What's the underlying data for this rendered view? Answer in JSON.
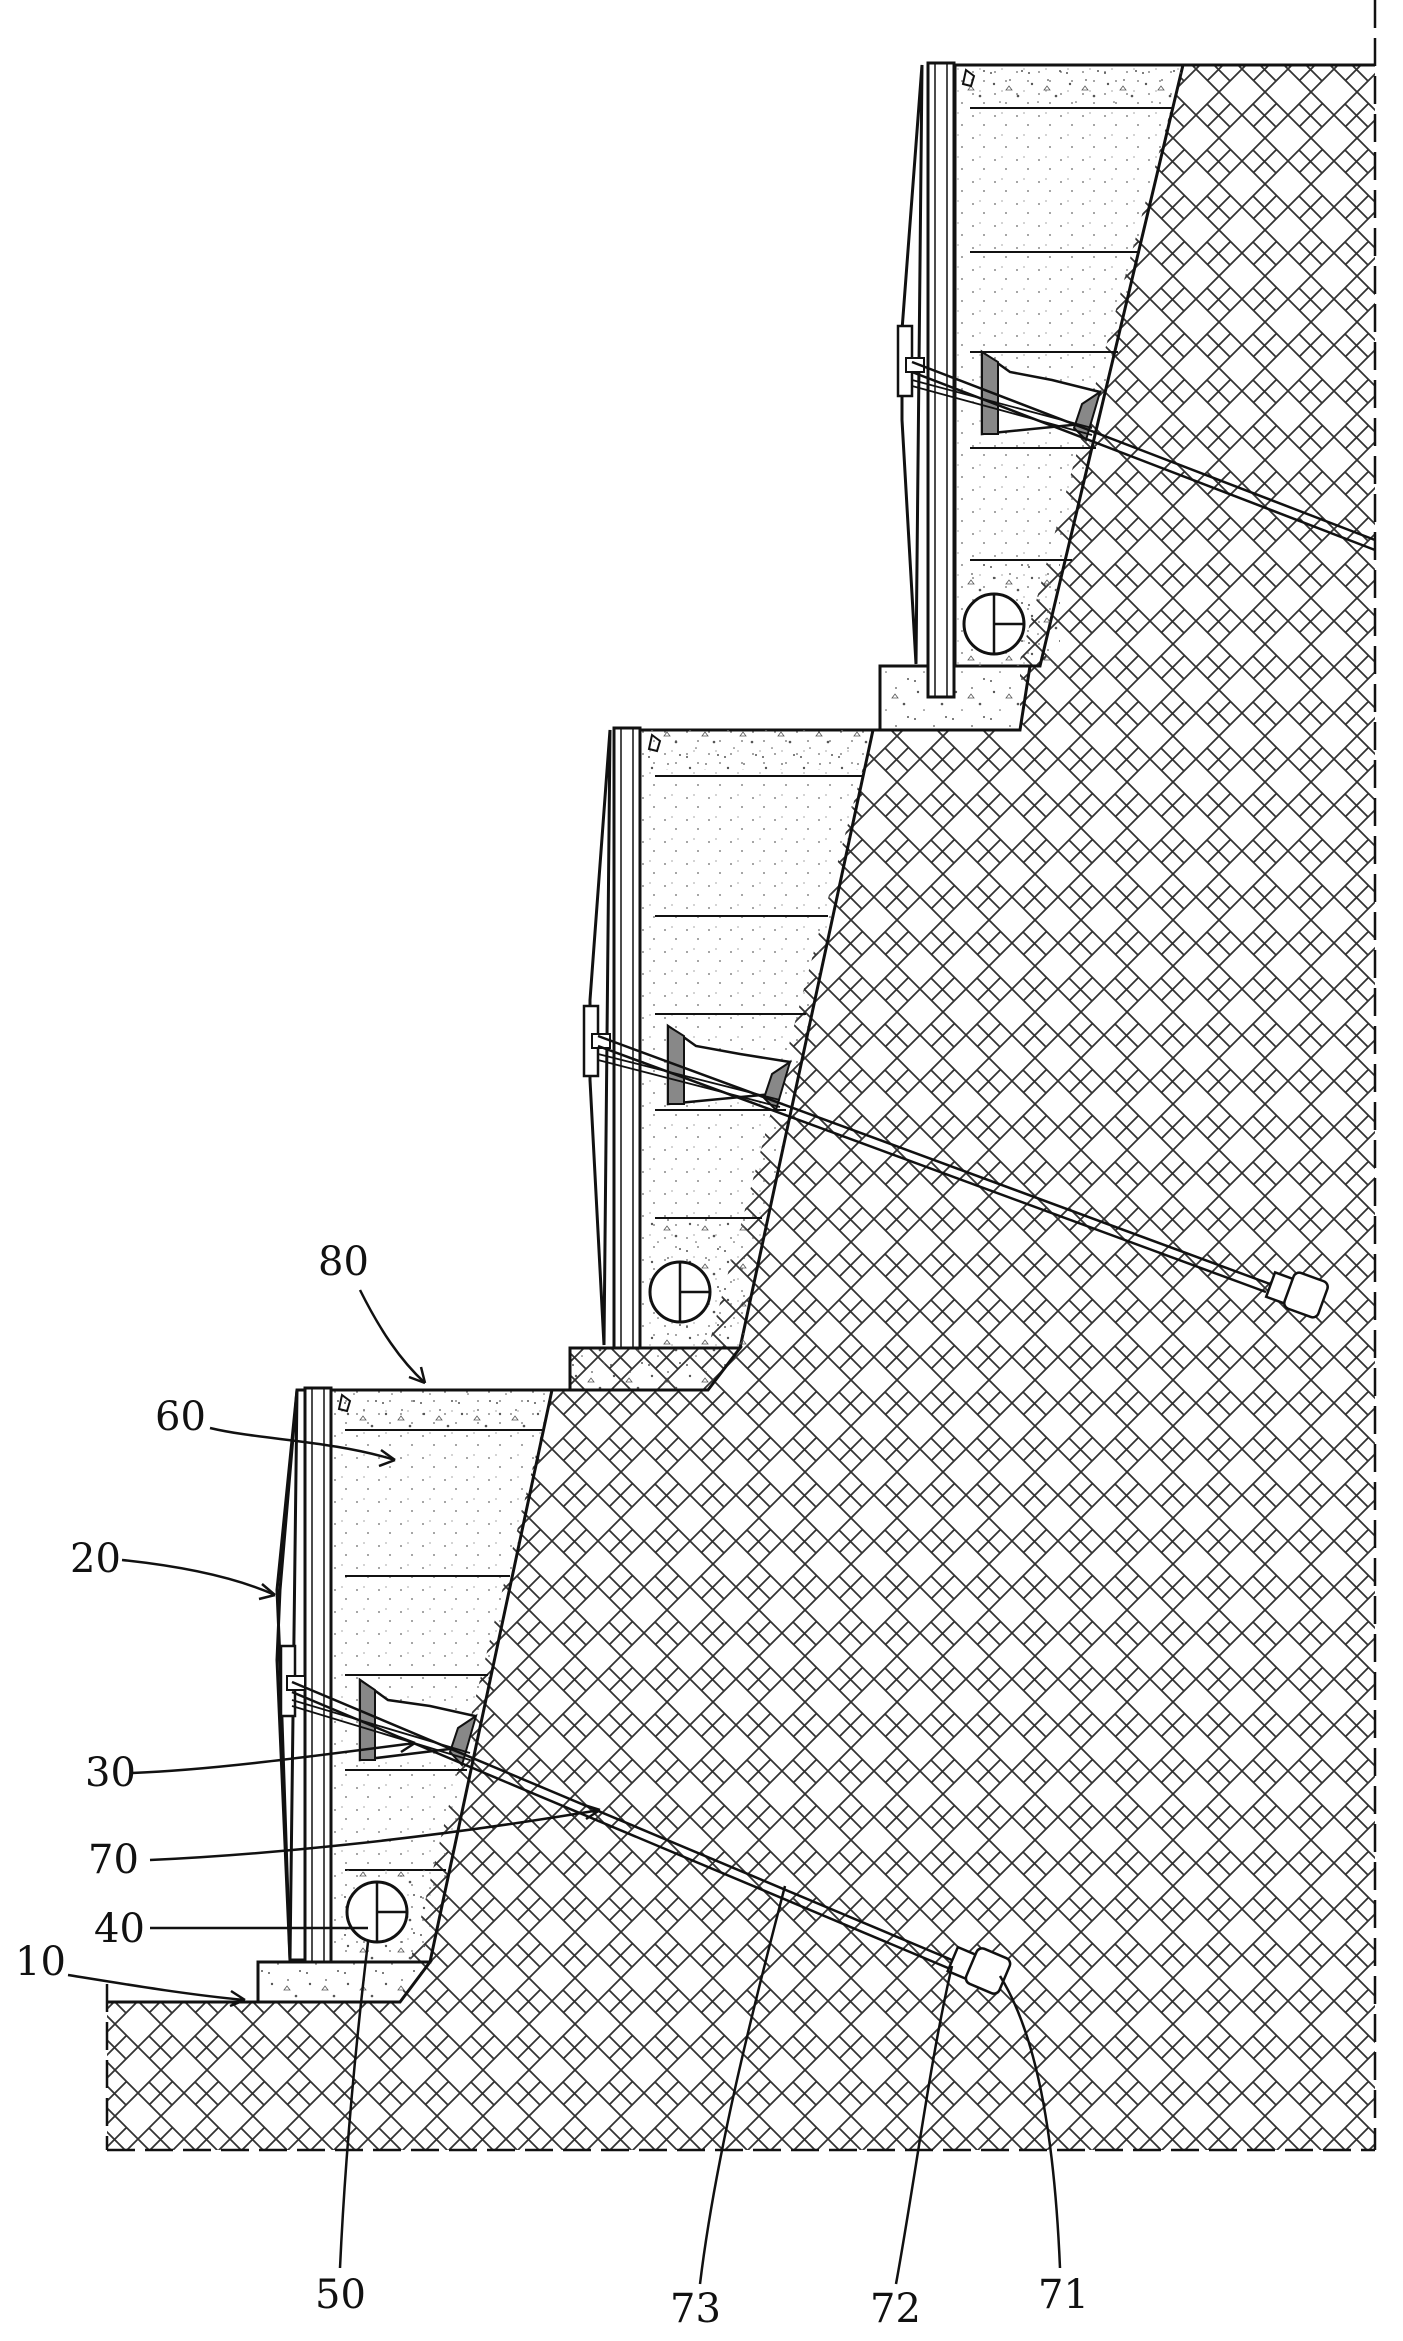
{
  "labels": {
    "l80": "80",
    "l60": "60",
    "l20": "20",
    "l30": "30",
    "l70": "70",
    "l40": "40",
    "l10": "10",
    "l50": "50",
    "l73": "73",
    "l72": "72",
    "l71": "71"
  },
  "colors": {
    "line": "#111111",
    "hatch": "#333333",
    "background": "#ffffff"
  }
}
